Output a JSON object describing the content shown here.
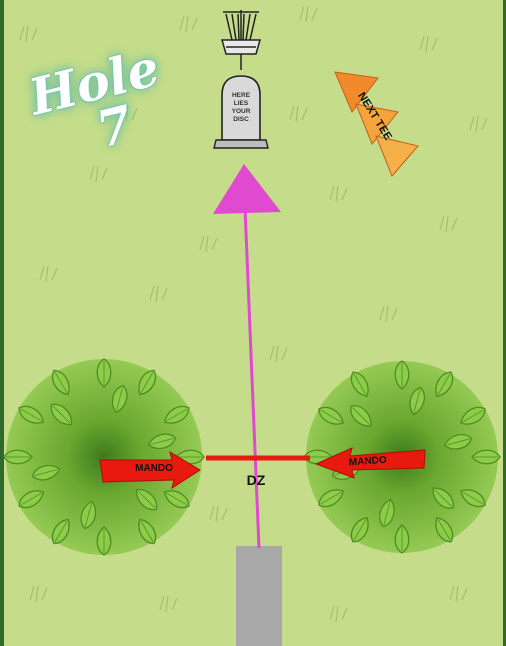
{
  "hole": {
    "word": "Hole",
    "number": "7"
  },
  "basket": {
    "tombstone_text": [
      "HERE",
      "LIES",
      "YOUR",
      "DISC"
    ]
  },
  "next_tee": {
    "label": "NEXT TEE"
  },
  "mando_left": {
    "label": "MANDO"
  },
  "mando_right": {
    "label": "MANDO"
  },
  "drop_zone": {
    "label": "DZ"
  },
  "colors": {
    "grass": "#c5dd8a",
    "border": "#2f6a2a",
    "flight_path": "#e04ad0",
    "mando_arrow": "#e8190e",
    "dz_line": "#e8190e",
    "tee_pad": "#a8a8a8",
    "next_tee_arrows": "#f08a2a"
  }
}
